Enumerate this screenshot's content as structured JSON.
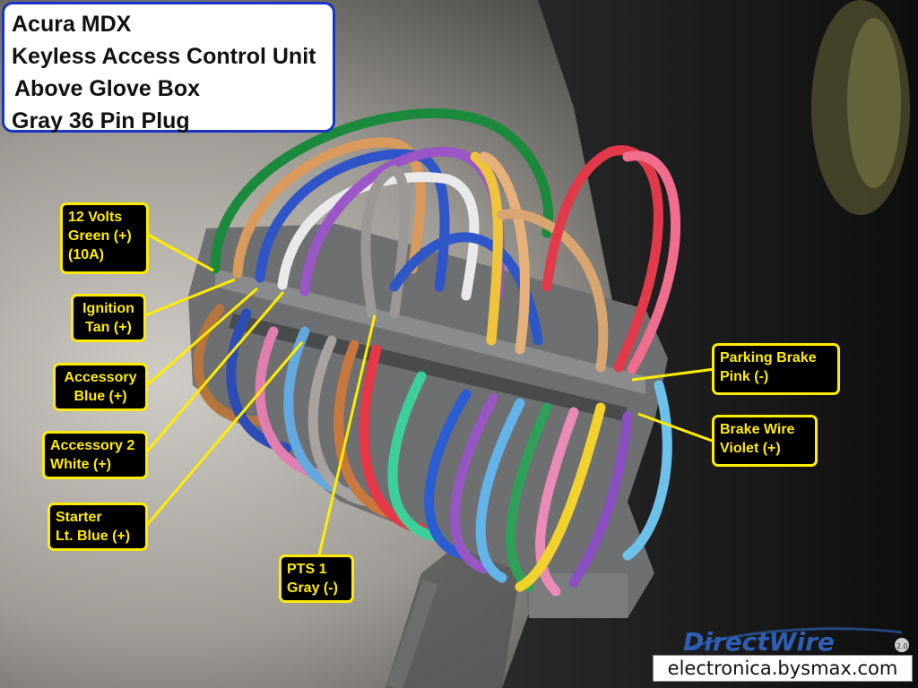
{
  "title_box": {
    "lines": [
      "Acura MDX",
      "Keyless Access Control Unit",
      "Above Glove Box",
      "Gray 36 Pin Plug"
    ]
  },
  "labels": {
    "twelve_volts": [
      "12 Volts",
      "Green (+)",
      "(10A)"
    ],
    "ignition": [
      "Ignition",
      "Tan (+)"
    ],
    "accessory": [
      "Accessory",
      "Blue (+)"
    ],
    "accessory2": [
      "Accessory 2",
      "White (+)"
    ],
    "starter": [
      "Starter",
      "Lt. Blue (+)"
    ],
    "pts1": [
      "PTS 1",
      "Gray (-)"
    ],
    "parking_brake": [
      "Parking Brake",
      "Pink (-)"
    ],
    "brake_wire": [
      "Brake Wire",
      "Violet (+)"
    ]
  },
  "watermark": {
    "brand": "DirectWire",
    "version": "2.0",
    "site": "electronica.bysmax.com"
  },
  "colors": {
    "title_border": "#1833c9",
    "label_border": "#ffec00",
    "label_text": "#ffec00",
    "label_bg": "#000000"
  }
}
